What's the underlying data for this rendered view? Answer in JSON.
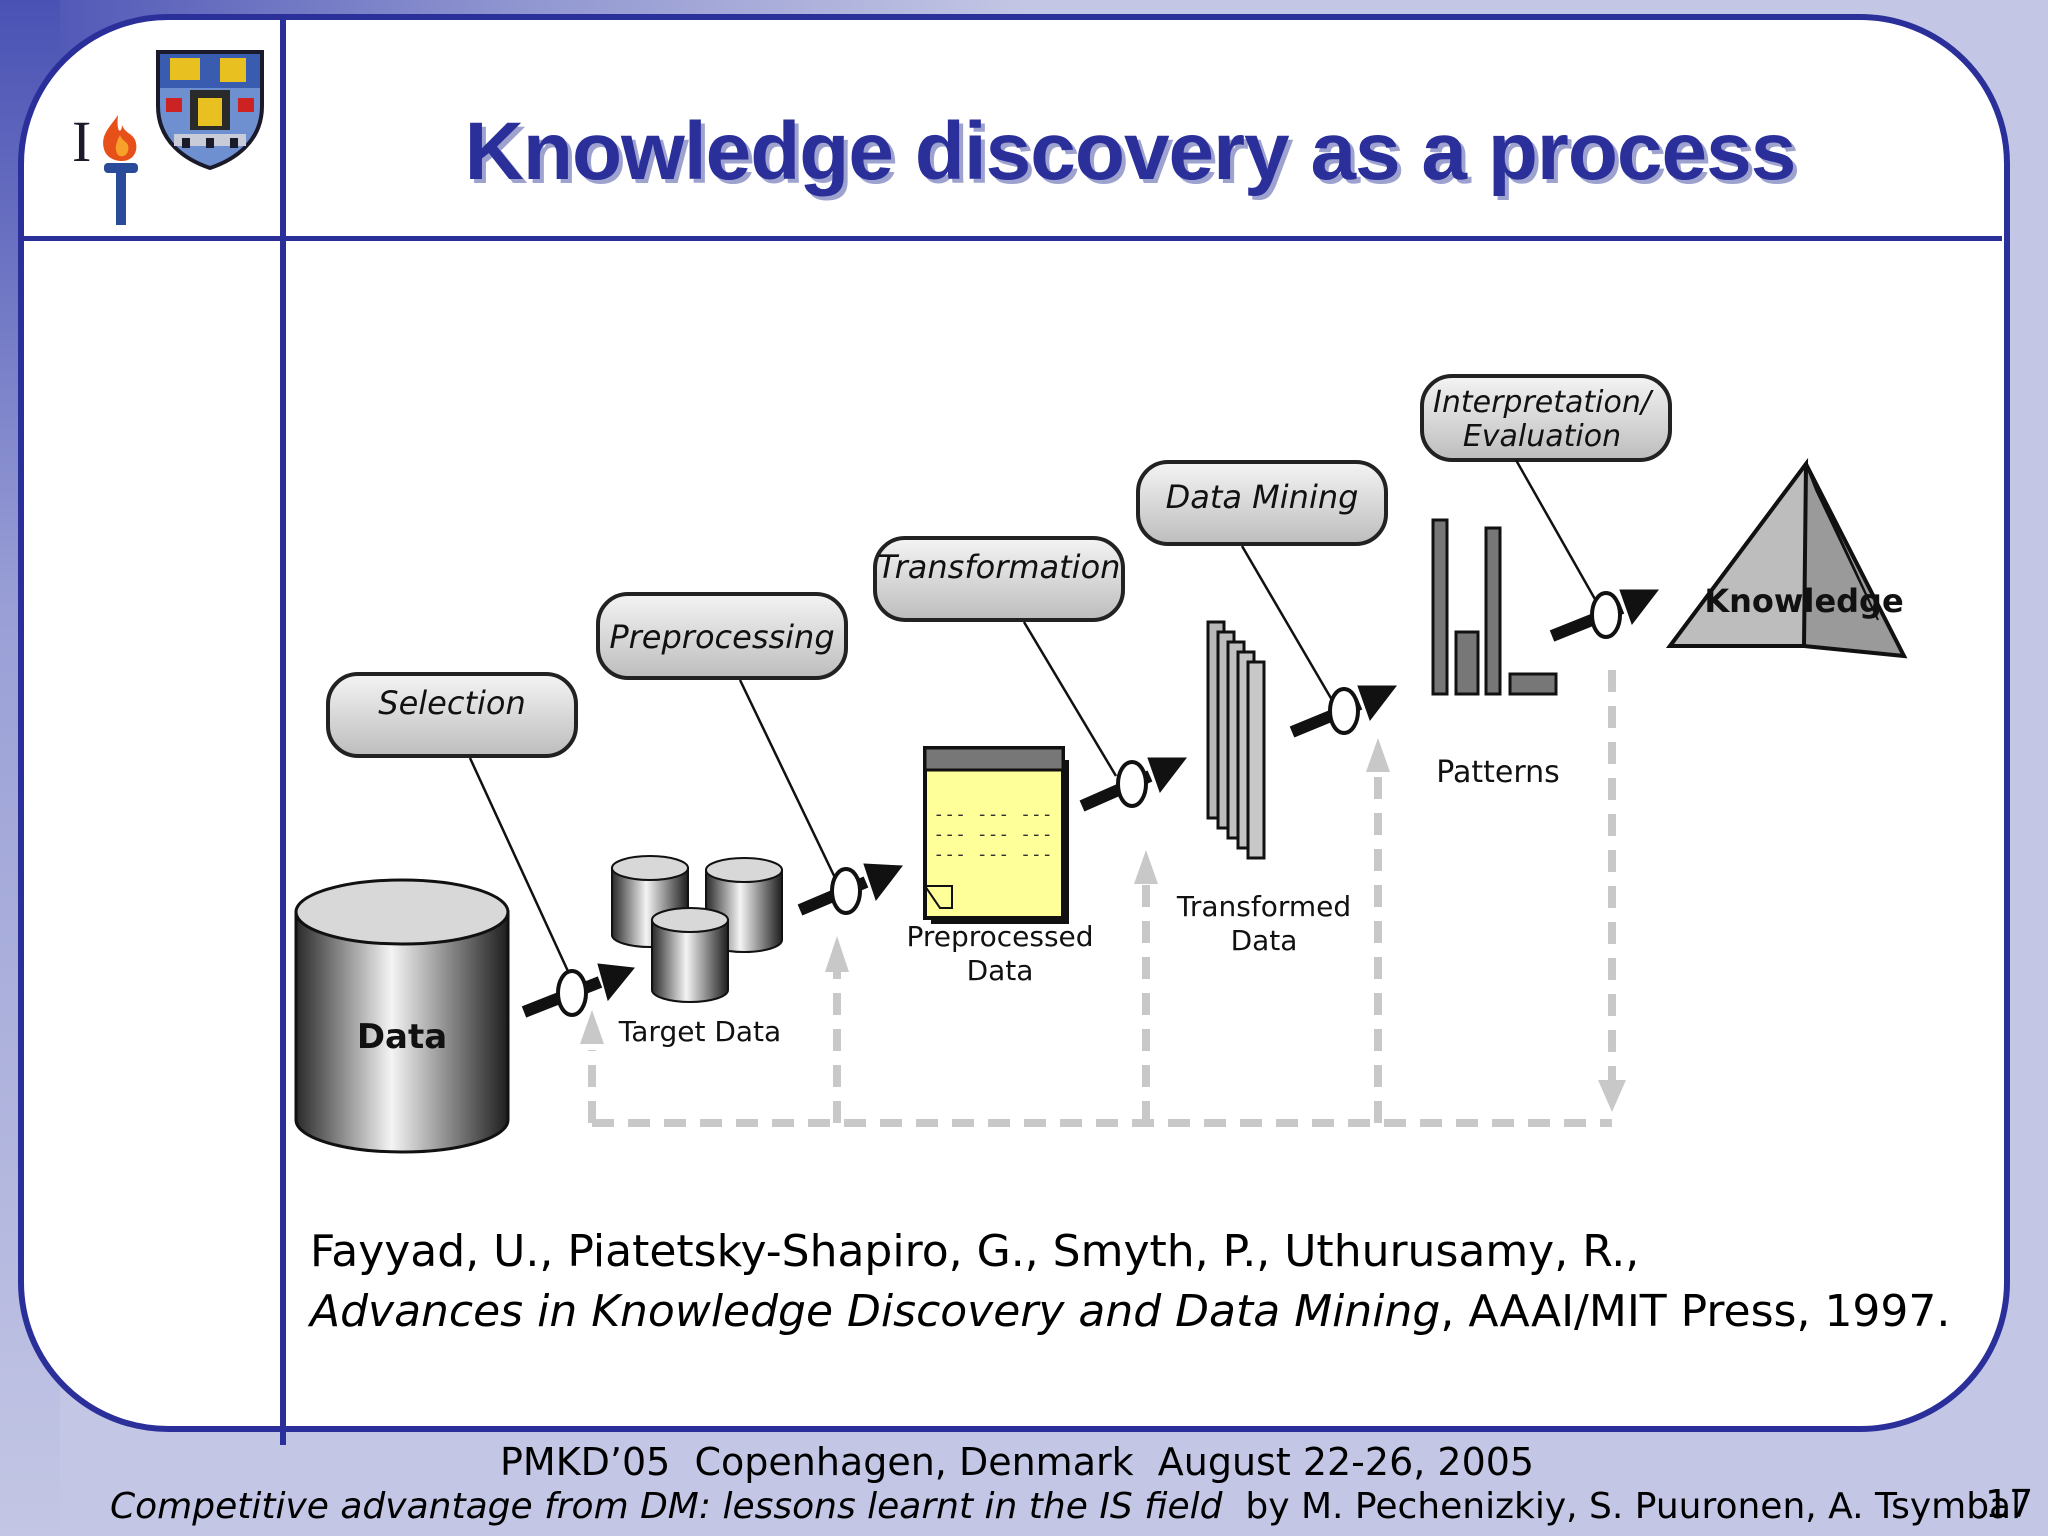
{
  "slide": {
    "title": "Knowledge discovery as a process",
    "logo_letter": "I",
    "page_number": "17"
  },
  "diagram": {
    "steps": {
      "selection": "Selection",
      "preprocessing": "Preprocessing",
      "transformation": "Transformation",
      "data_mining": "Data Mining",
      "interpretation_line1": "Interpretation/",
      "interpretation_line2": "Evaluation"
    },
    "stages": {
      "data": "Data",
      "target_data": "Target Data",
      "preprocessed_line1": "Preprocessed",
      "preprocessed_line2": "Data",
      "transformed_line1": "Transformed",
      "transformed_line2": "Data",
      "patterns": "Patterns",
      "knowledge": "Knowledge"
    },
    "doc_line": "--- --- ---"
  },
  "citation": {
    "authors": "Fayyad, U., Piatetsky-Shapiro, G., Smyth, P., Uthurusamy, R.,",
    "book_title": "Advances in Knowledge Discovery and Data Mining",
    "publisher": ", AAAI/MIT Press, 1997."
  },
  "footer": {
    "conference": "PMKD’05  Copenhagen, Denmark  August 22-26, 2005",
    "talk_title": "Competitive advantage from DM: lessons learnt in the IS field",
    "authors": "  by M. Pechenizkiy, S. Puuronen, A. Tsymbal"
  },
  "colors": {
    "accent": "#2a2f9a",
    "background": "#c3c6e4",
    "doc_yellow": "#ffff99"
  }
}
